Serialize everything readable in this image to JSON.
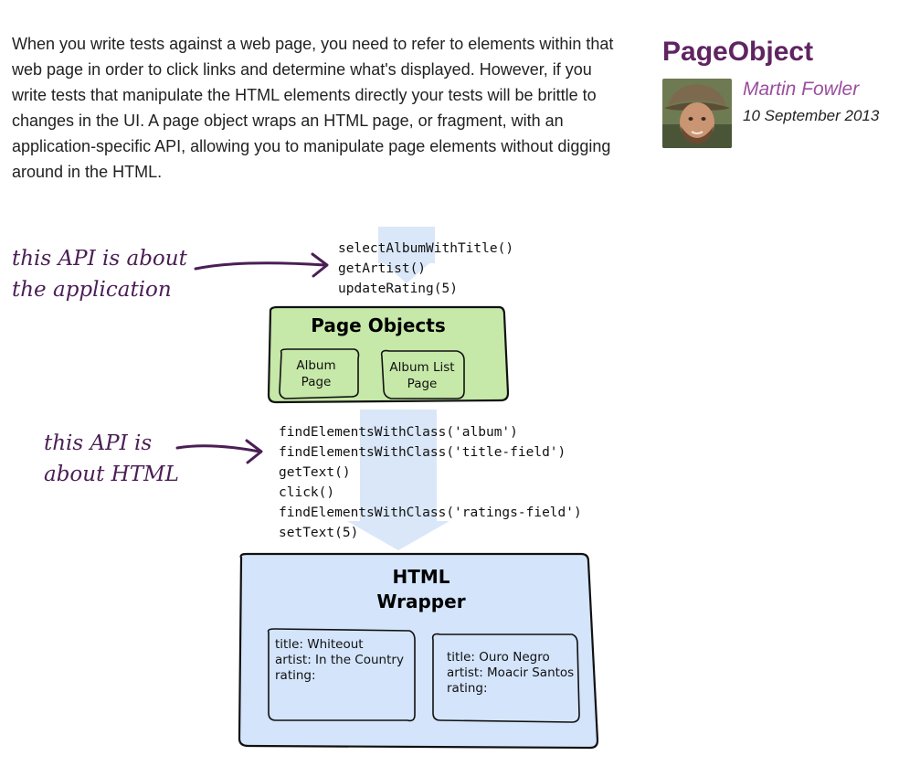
{
  "intro": {
    "text": "When you write tests against a web page, you need to refer to elements within that web page in order to click links and determine what's displayed. However, if you write tests that manipulate the HTML elements directly your tests will be brittle to changes in the UI. A page object wraps an HTML page, or fragment, with an application-specific API, allowing you to manipulate page elements without digging around in the HTML."
  },
  "sidebar": {
    "title": "PageObject",
    "author": "Martin Fowler",
    "date": "10 September 2013"
  },
  "diagram": {
    "app_annotation": [
      "this API is about",
      "the application"
    ],
    "html_annotation": [
      "this API is",
      "about HTML"
    ],
    "app_api_calls": [
      "selectAlbumWithTitle()",
      "getArtist()",
      "updateRating(5)"
    ],
    "page_objects": {
      "title": "Page Objects",
      "album_page": [
        "Album",
        "Page"
      ],
      "album_list_page": [
        "Album List",
        "Page"
      ]
    },
    "html_api_calls": [
      "findElementsWithClass('album')",
      "findElementsWithClass('title-field')",
      "getText()",
      "click()",
      "findElementsWithClass('ratings-field')",
      "setText(5)"
    ],
    "html_wrapper": {
      "title": [
        "HTML",
        "Wrapper"
      ],
      "card1": [
        "title: Whiteout",
        "artist: In the Country",
        "rating:"
      ],
      "card2": [
        "title: Ouro Negro",
        "artist: Moacir Santos",
        "rating:"
      ]
    }
  },
  "colors": {
    "title": "#5f2462",
    "author_link": "#9b4d9e",
    "page_objects_fill": "#c6e8a8",
    "html_wrapper_fill": "#d3e4fb",
    "flow_arrow": "#d6e4f7",
    "annotation": "#4b1e55"
  }
}
